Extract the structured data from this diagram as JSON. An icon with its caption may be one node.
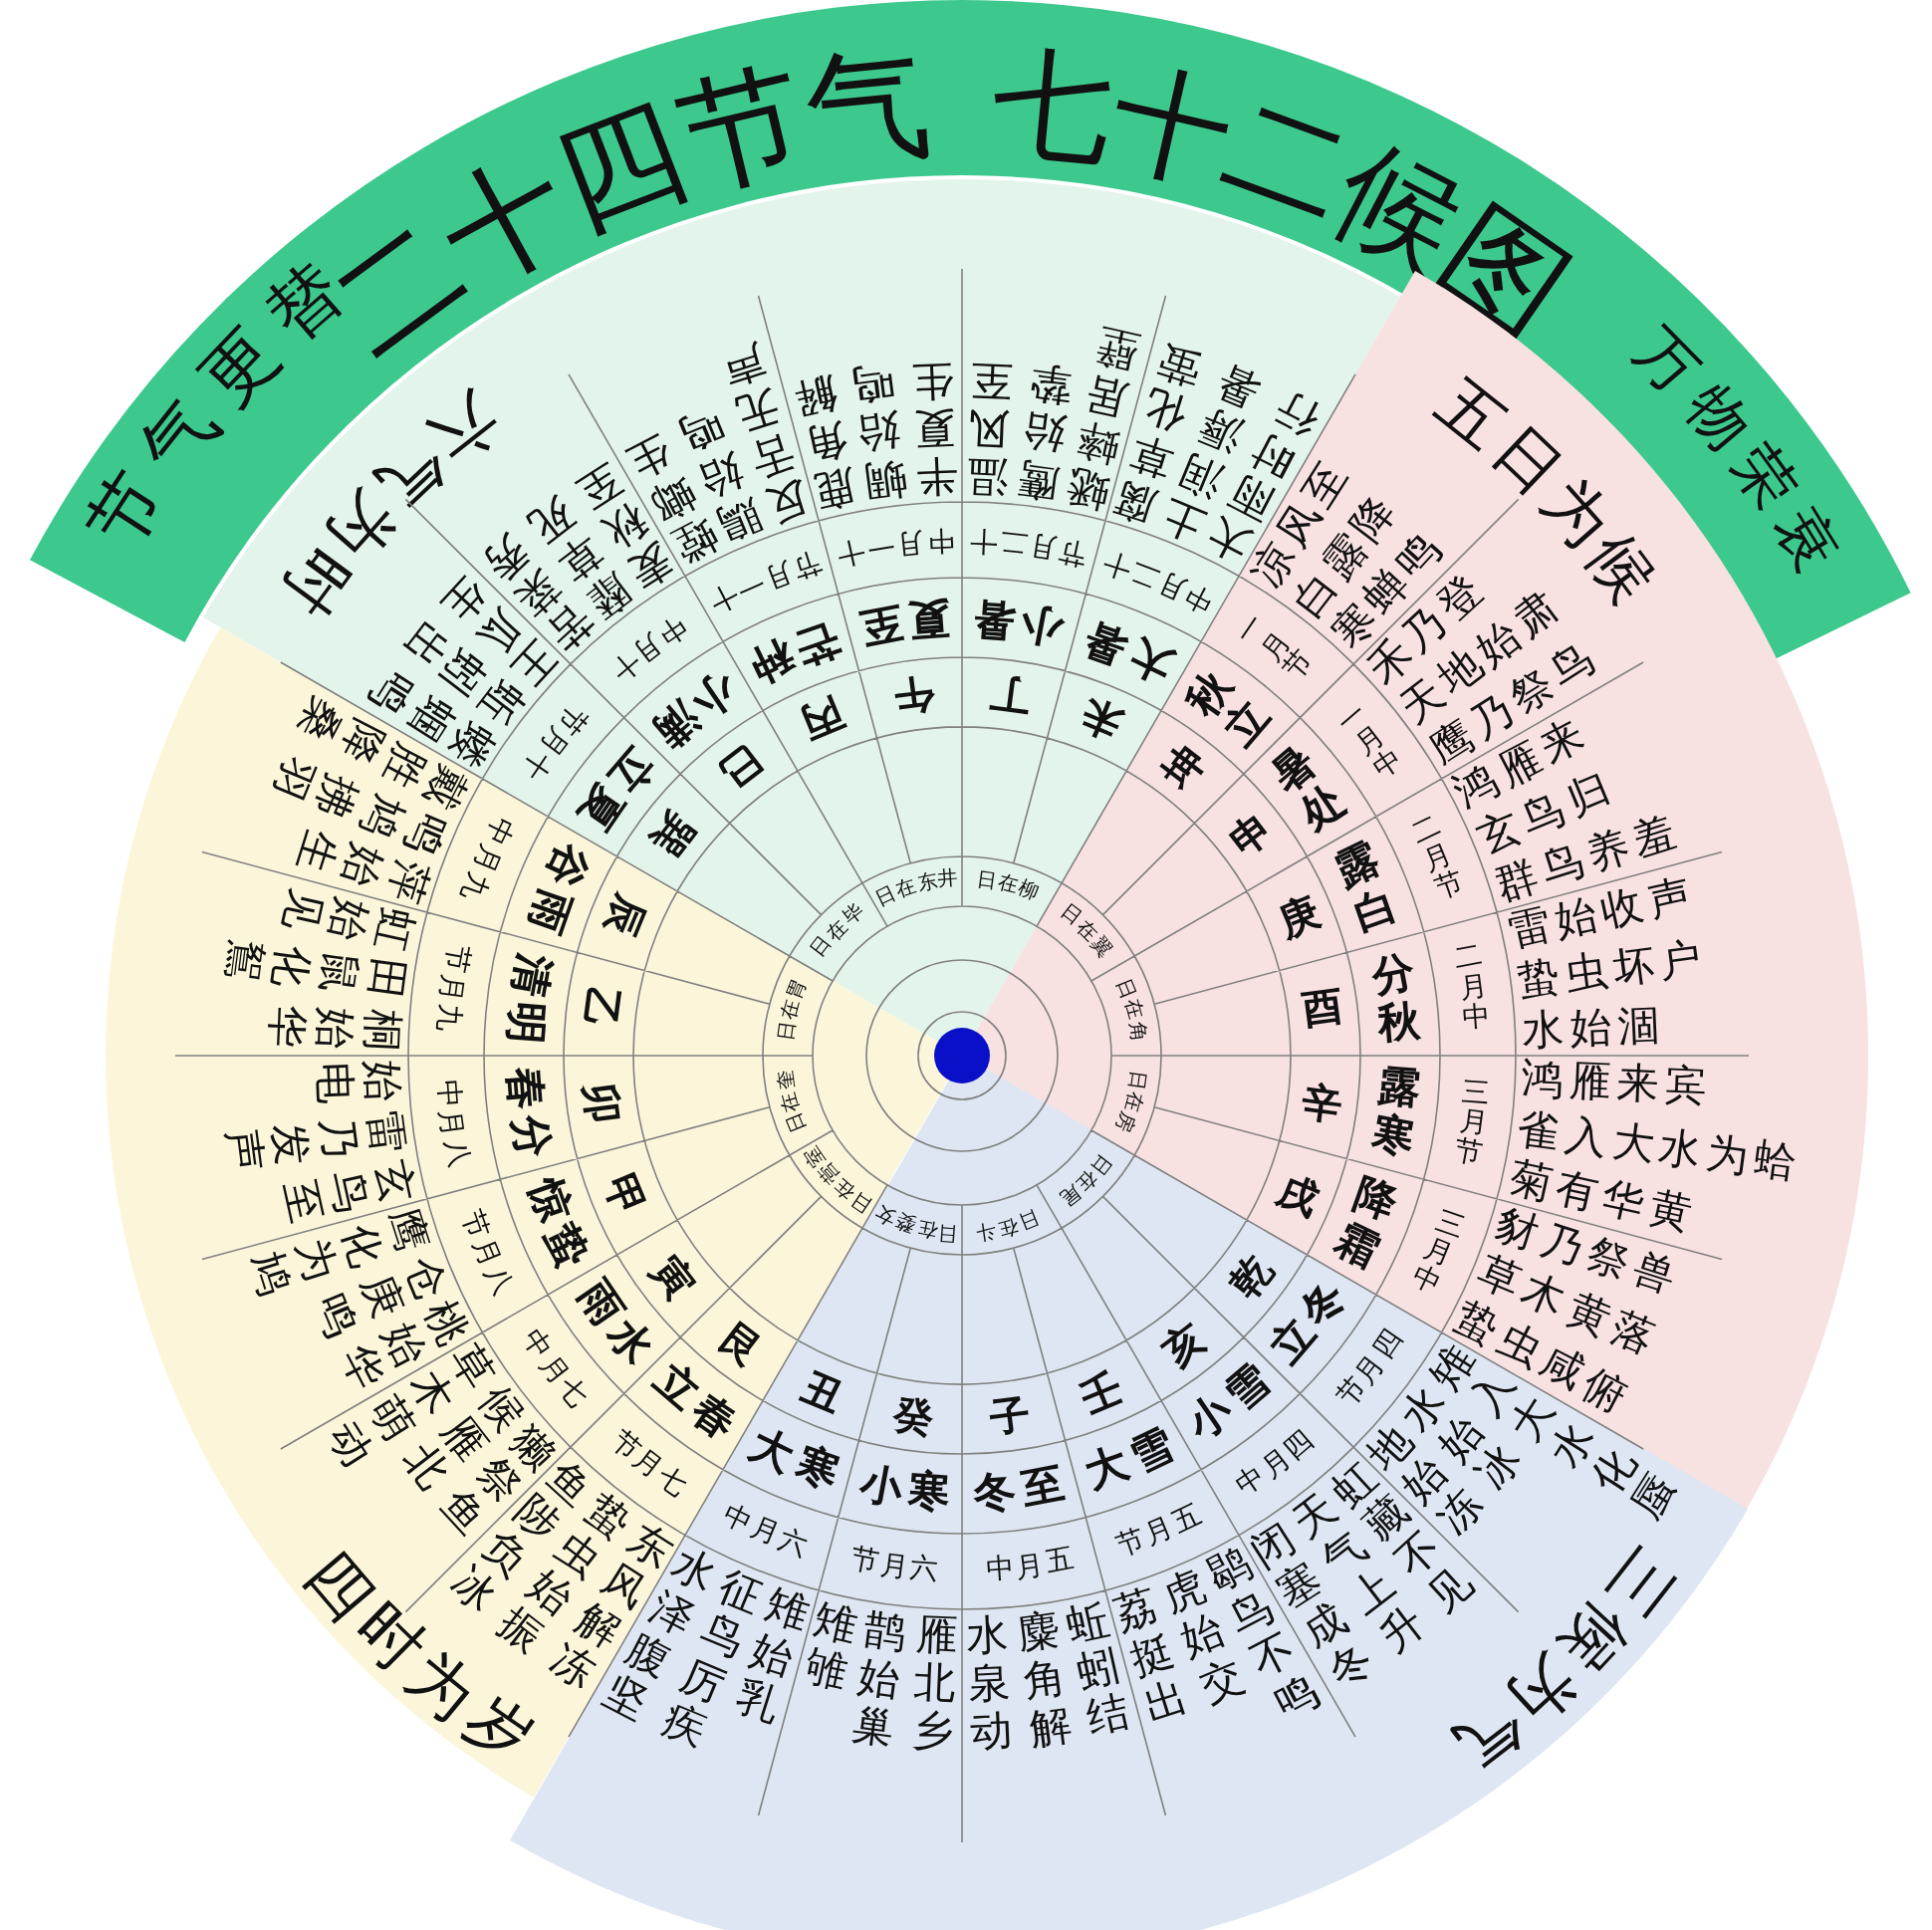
{
  "diagram": {
    "nodes": [
      {
        "text": [
          "节气更替",
          "二十四节气",
          "七十二候图",
          "万物荣衰"
        ]
      },
      {
        "text": [
          "六气为时"
        ]
      },
      {
        "text": [
          "五日为候"
        ]
      },
      {
        "text": [
          "三候为气"
        ]
      },
      {
        "text": [
          "四时为岁"
        ]
      }
    ],
    "labels": [
      "日在毕",
      "日在东井",
      "日在柳",
      "巽",
      "立夏",
      "节月十",
      "蝼蝈鸣",
      "蚯蚓出",
      "王瓜生",
      "巳",
      "小满",
      "中月十",
      "苦菜秀",
      "靡草死",
      "麦秋至",
      "丙",
      "芒种",
      "节月一十",
      "螳螂生",
      "鵙始鸣",
      "反舌无声",
      "午",
      "夏至",
      "中月一十",
      "鹿角解",
      "蜩始鸣",
      "半夏生",
      "丁",
      "小暑",
      "节月二十",
      "温风至",
      "鹰始挚",
      "蟋蟀居壁",
      "未",
      "大暑",
      "中月二十",
      "腐草化萤",
      "土润溽暑",
      "大雨时行",
      "日在翼",
      "日在角",
      "日在房",
      "坤",
      "立秋",
      "节月一",
      "凉风至",
      "白露降",
      "寒蝉鸣",
      "申",
      "处暑",
      "中月一",
      "禾乃登",
      "天地始肃",
      "鹰乃祭鸟",
      "庚",
      "白露",
      "节月二",
      "鸿雁来",
      "玄鸟归",
      "群鸟养羞",
      "酉",
      "秋分",
      "中月二",
      "雷始收声",
      "蛰虫坏户",
      "水始涸",
      "辛",
      "寒露",
      "节月三",
      "鸿雁来宾",
      "雀入大水为蛤",
      "菊有华黄",
      "戌",
      "霜降",
      "中月三",
      "豺乃祭兽",
      "草木黄落",
      "蛰虫咸俯",
      "日在婺女",
      "日在斗",
      "日在尾",
      "丑",
      "大寒",
      "中月六",
      "水泽腹坚",
      "征鸟厉疾",
      "雉始乳",
      "癸",
      "小寒",
      "节月六",
      "雉雊",
      "鹊始巢",
      "雁北乡",
      "子",
      "冬至",
      "中月五",
      "水泉动",
      "麋角解",
      "蚯蚓结",
      "壬",
      "大雪",
      "节月五",
      "荔挺出",
      "虎始交",
      "鹖鸟不鸣",
      "亥",
      "小雪",
      "中月四",
      "闭塞成冬",
      "天气上升",
      "虹藏不见",
      "乾",
      "立冬",
      "节月四",
      "地始冻",
      "水始冰",
      "雉入大水化蜃",
      "日在胃",
      "日在奎",
      "日在营室",
      "戴胜降桑",
      "鸣鸠拂羽",
      "萍始生",
      "中月九",
      "谷雨",
      "辰",
      "虹始见",
      "田鼠化鴽",
      "桐始华",
      "节月九",
      "清明",
      "乙",
      "始电",
      "雷乃发声",
      "玄鸟至",
      "中月八",
      "春分",
      "卯",
      "鹰化为鸠",
      "仓庚鸣",
      "桃始华",
      "节月八",
      "惊蛰",
      "甲",
      "草木萌动",
      "候雁北",
      "獭祭鱼",
      "中月七",
      "雨水",
      "寅",
      "鱼陟负冰",
      "蛰虫始振",
      "东风解冻",
      "节月七",
      "立春",
      "艮"
    ]
  }
}
